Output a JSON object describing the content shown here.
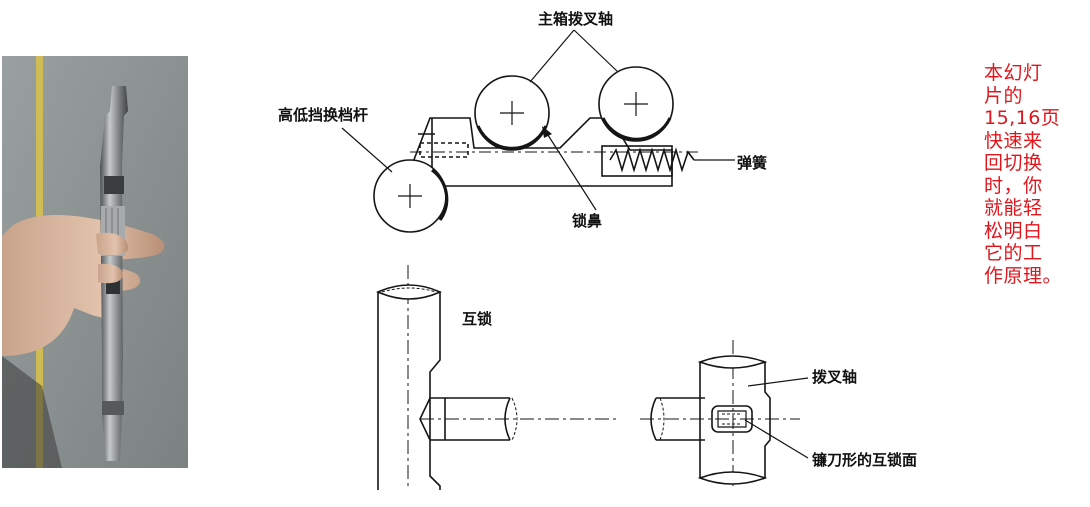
{
  "diagram": {
    "top_labels": {
      "shift_rails": "主箱拨叉轴",
      "lever": "高低挡换档杆",
      "spring": "弹簧",
      "lock_nose": "锁鼻"
    },
    "bottom_labels": {
      "interlock": "互锁",
      "fork_shaft": "拨叉轴",
      "sickle_surface": "镰刀形的互锁面"
    }
  },
  "note": {
    "lines": [
      "本幻灯",
      "片的",
      "15,16页",
      "快速来",
      "回切换",
      "时，你",
      "就能轻",
      "松明白",
      "它的工",
      "作原理。"
    ],
    "color": "#e0161c"
  },
  "colors": {
    "line": "#151515",
    "photo_floor": "#8f9494"
  }
}
